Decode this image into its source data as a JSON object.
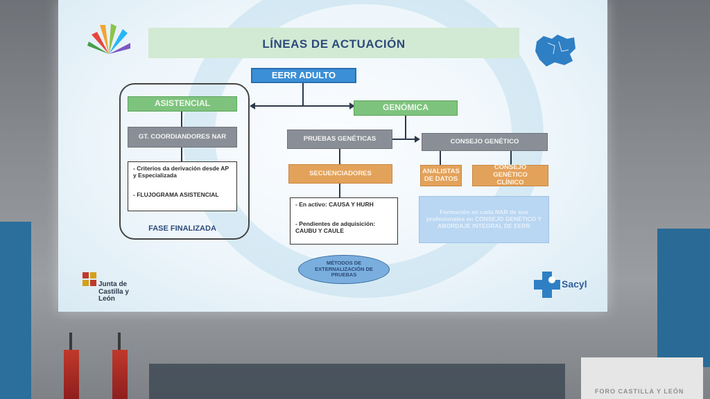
{
  "slide": {
    "title": "LÍNEAS DE ACTUACIÓN",
    "root": "EERR ADULTO",
    "asistencial": {
      "header": "ASISTENCIAL",
      "group": "GT. COORDIANDORES NAR",
      "items": [
        "- Criterios da derivación desde AP y Especializada",
        "- FLUJOGRAMA ASISTENCIAL"
      ],
      "status": "FASE FINALIZADA"
    },
    "genomica": {
      "header": "GENÓMICA",
      "pruebas": "PRUEBAS GENÉTICAS",
      "secuenciadores": "SECUENCIADORES",
      "sec_items": [
        "- En activo: CAUSA Y HURH",
        "- Pendientes de adquisición: CAUBU Y CAULE"
      ],
      "externalizacion": "MÉTODOS DE EXTERNALIZACIÓN DE PRUEBAS",
      "consejo": "CONSEJO GENÉTICO",
      "analistas": "ANALISTAS DE DATOS",
      "consejo_clinico": "CONSEJO GENÉTICO CLÍNICO",
      "formacion": "Formación en cada NAR de sus profesionales en CONSEJO GENÉTICO Y ABORDAJE INTEGRAL DE EERR"
    },
    "logos": {
      "junta": "Junta de Castilla y León",
      "sacyl": "Sacyl"
    }
  },
  "room": {
    "lectern_text": "FORO CASTILLA Y LEÓN"
  }
}
